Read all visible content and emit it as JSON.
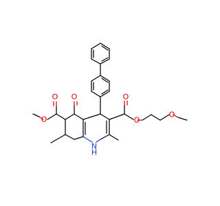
{
  "molecule": {
    "atom_labels": {
      "ketone_o": "O",
      "ester_left_carbonyl_o": "O",
      "ester_left_ether_o": "O",
      "ester_right_carbonyl_o": "O",
      "ester_right_ether_o": "O",
      "methoxy_o": "O",
      "nh_n": "N",
      "nh_h": "H"
    },
    "colors": {
      "bond": "#000000",
      "oxygen": "#e00000",
      "nitrogen": "#1f3fd4",
      "background": "#ffffff"
    }
  }
}
